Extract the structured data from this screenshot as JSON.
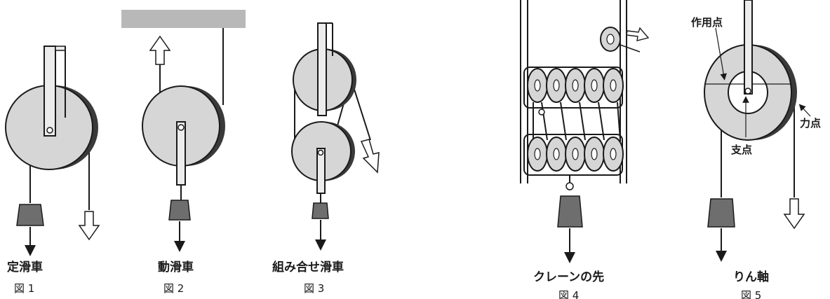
{
  "figures": [
    {
      "id": "fig1",
      "caption": "定滑車",
      "number": "図 1"
    },
    {
      "id": "fig2",
      "caption": "動滑車",
      "number": "図 2"
    },
    {
      "id": "fig3",
      "caption": "組み合せ滑車",
      "number": "図 3"
    },
    {
      "id": "fig4",
      "caption": "クレーンの先",
      "number": "図 4"
    },
    {
      "id": "fig5",
      "caption": "りん軸",
      "number": "図 5",
      "annotations": {
        "action_point": "作用点",
        "fulcrum": "支点",
        "effort_point": "力点"
      }
    }
  ],
  "colors": {
    "pulley_face": "#d6d6d6",
    "pulley_rim": "#3a3a3a",
    "ceiling": "#b8b8b8",
    "weight": "#6e6e6e",
    "line": "#1a1a1a"
  }
}
